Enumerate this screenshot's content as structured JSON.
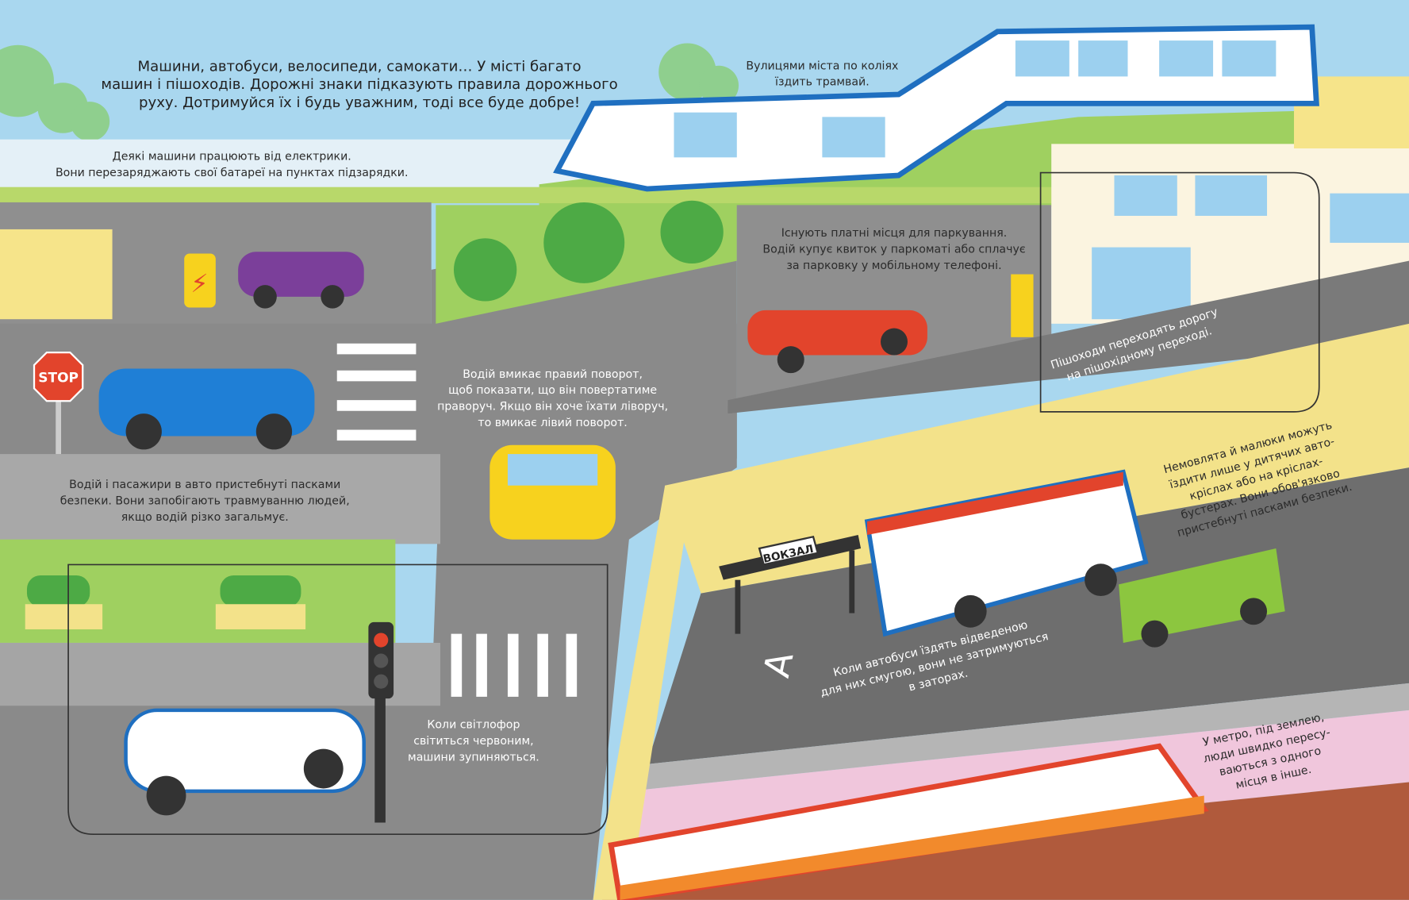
{
  "intro": {
    "lines": [
      "Машини, автобуси, велосипеди, самокати… У місті багато",
      "машин і пішоходів. Дорожні знаки підказують правила дорожнього",
      "руху. Дотримуйся їх і будь уважним, тоді все буде добре!"
    ]
  },
  "captions": {
    "electric": [
      "Деякі машини працюють від електрики.",
      "Вони перезаряджають свої батареї на пунктах підзарядки."
    ],
    "tram": [
      "Вулицями міста по коліях",
      "їздить трамвай."
    ],
    "parking": [
      "Існують платні місця для паркування.",
      "Водій купує квиток у паркоматі або сплачує",
      "за парковку у мобільному телефоні."
    ],
    "turn_signal": [
      "Водій вмикає правий поворот,",
      "щоб показати, що він повертатиме",
      "праворуч. Якщо він хоче їхати ліворуч,",
      "то вмикає лівий поворот."
    ],
    "seatbelts": [
      "Водій і пасажири в авто пристебнуті пасками",
      "безпеки. Вони запобігають травмуванню людей,",
      "якщо водій різко загальмує."
    ],
    "traffic_light": [
      "Коли світлофор",
      "світиться червоним,",
      "машини зупиняються."
    ],
    "crossing": [
      "Пішоходи переходять дорогу",
      "на пішохідному переході."
    ],
    "child_seats": [
      "Немовлята й малюки можуть",
      "їздити лише у дитячих авто-",
      "кріслах або на кріслах-",
      "бустерах. Вони обов'язково",
      "пристебнуті пасками безпеки."
    ],
    "bus_lane": [
      "Коли автобуси їздять відведеною",
      "для них смугою, вони не затримуються",
      "в заторах."
    ],
    "metro": [
      "У метро, під землею,",
      "люди швидко пересу-",
      "ваються з одного",
      "місця в інше."
    ]
  },
  "signs": {
    "stop": "STOP",
    "station": "ВОКЗАЛ",
    "bus_lane_marking": "A"
  },
  "colors": {
    "sky": "#a9d7ef",
    "road": "#8c8c8c",
    "road_dark": "#6e6e6e",
    "grass": "#8cc63f",
    "overpass": "#f3e28a",
    "metro_wall": "#f0c6dc",
    "tram_blue": "#1f6fc0",
    "bus_red": "#e2442c"
  }
}
